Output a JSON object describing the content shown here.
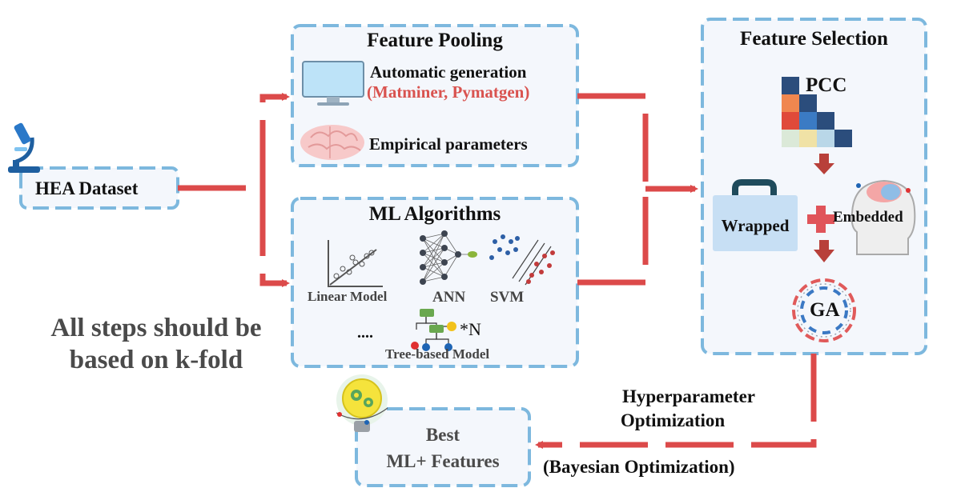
{
  "hea_dataset": {
    "label": "HEA Dataset"
  },
  "feature_pooling": {
    "title": "Feature Pooling",
    "auto_generation": "Automatic generation",
    "auto_tools": "(Matminer, Pymatgen)",
    "empirical": "Empirical parameters"
  },
  "ml_algorithms": {
    "title": "ML Algorithms",
    "linear": "Linear Model",
    "ann": "ANN",
    "svm": "SVM",
    "ellipsis": "....",
    "repeat": "*N",
    "tree": "Tree-based Model"
  },
  "feature_selection": {
    "title": "Feature Selection",
    "pcc": "PCC",
    "wrapped": "Wrapped",
    "embedded": "Embedded",
    "ga": "GA"
  },
  "note": {
    "line1": "All steps should be",
    "line2": "based on k-fold"
  },
  "optimization": {
    "line1": "Hyperparameter",
    "line2": "Optimization",
    "line3": "(Bayesian Optimization)"
  },
  "best": {
    "line1": "Best",
    "line2": "ML+ Features"
  },
  "colors": {
    "box_border": "#7db8de",
    "box_fill": "#f4f7fc",
    "arrow": "#dc4a4a",
    "highlight_text": "#d9534f",
    "gray_text": "#4a4a4a"
  },
  "icons": [
    "microscope-icon",
    "monitor-icon",
    "brain-icon",
    "linear-plot-icon",
    "neural-network-icon",
    "svm-scatter-icon",
    "decision-tree-icon",
    "correlation-matrix-icon",
    "briefcase-icon",
    "plus-icon",
    "head-brain-icon",
    "dna-ring-icon",
    "lightbulb-gears-icon"
  ]
}
